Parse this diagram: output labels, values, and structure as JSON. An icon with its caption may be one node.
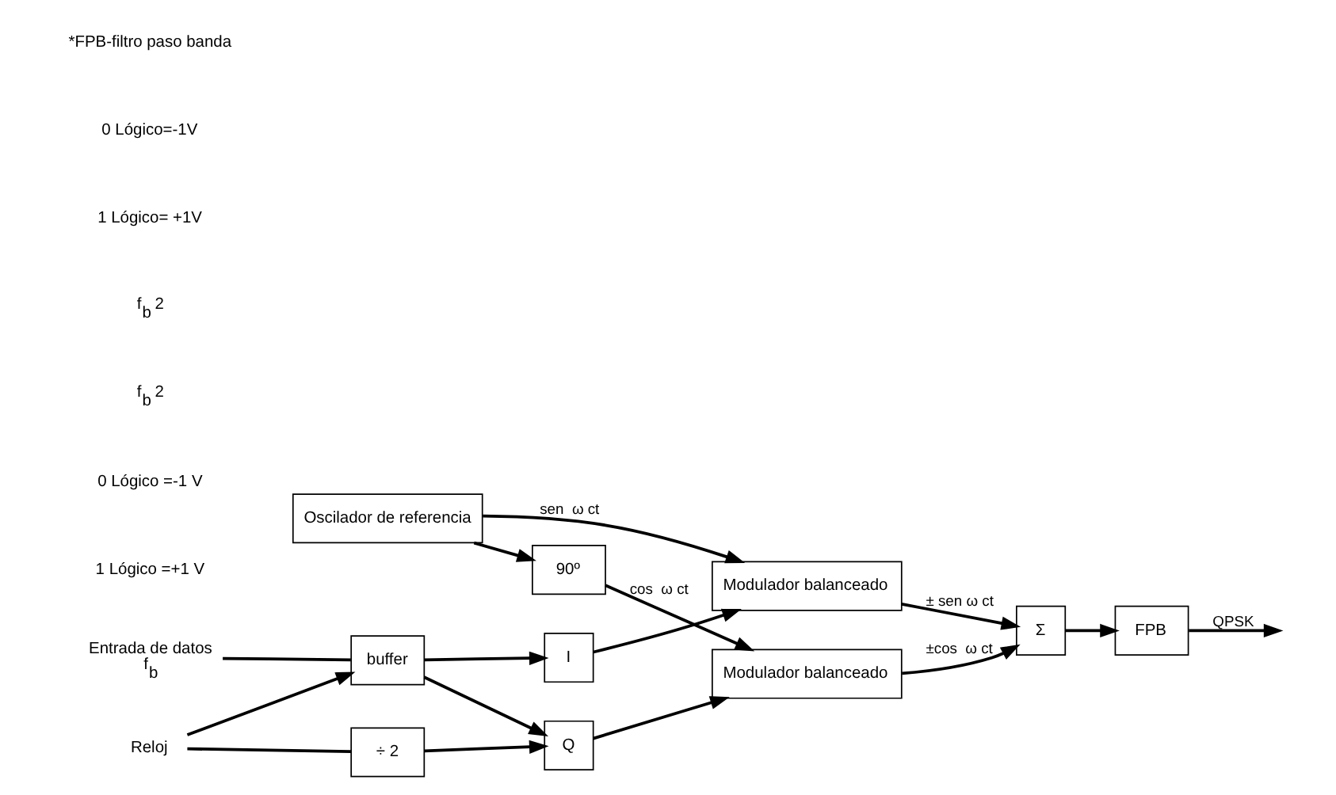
{
  "diagram": {
    "nodes": [
      {
        "text": [
          "Entrada de datos",
          "f$_{b}$"
        ]
      },
      {
        "text": [
          "buffer"
        ]
      },
      {
        "text": [
          "I"
        ]
      },
      {
        "text": [
          "Q"
        ]
      },
      {
        "text": [
          "Reloj"
        ]
      },
      {
        "text": [
          "÷ 2"
        ]
      },
      {
        "text": [
          "Modulador balanceado"
        ]
      },
      {
        "text": [
          "Oscilador de referencia"
        ]
      },
      {
        "text": [
          "90º"
        ]
      },
      {
        "text": [
          "Modulador balanceado"
        ]
      },
      {
        "text": [
          "Σ"
        ]
      },
      {
        "text": [
          "FPB"
        ]
      }
    ],
    "edges": [
      {
        "from": 0,
        "to": 1,
        "arrow": "none"
      },
      {
        "from": 1,
        "to": 2,
        "arrow": "to"
      },
      {
        "from": 1,
        "to": 3,
        "arrow": "to"
      },
      {
        "from": 4,
        "to": 1,
        "arrow": "to"
      },
      {
        "from": 4,
        "to": 5,
        "arrow": "none"
      },
      {
        "from": 5,
        "to": 3,
        "arrow": "to"
      },
      {
        "from": 2,
        "to": 6,
        "arrow": "to"
      },
      {
        "from": 3,
        "to": 9,
        "arrow": "to"
      },
      {
        "from": 7,
        "to": 6,
        "arrow": "to",
        "label": "sen  ω ct"
      },
      {
        "from": 7,
        "to": 8,
        "arrow": "to"
      },
      {
        "from": 8,
        "to": 9,
        "arrow": "to",
        "label": "cos  ω ct"
      },
      {
        "from": 6,
        "to": 10,
        "arrow": "to",
        "label": "± sen ω ct"
      },
      {
        "from": 9,
        "to": 10,
        "arrow": "to",
        "label": "±cos  ω ct"
      },
      {
        "from": 10,
        "to": 11,
        "arrow": "to"
      },
      {
        "from": 11,
        "to": null,
        "arrow": "to",
        "label": "QPSK"
      }
    ],
    "labels": [
      "1 Lógico =+1 V",
      "0 Lógico =-1 V",
      "f$_{b}$ 2",
      "f$_{b}$ 2",
      "1 Lógico= +1V",
      "0 Lógico=-1V",
      "*FPB-filtro paso banda"
    ]
  }
}
